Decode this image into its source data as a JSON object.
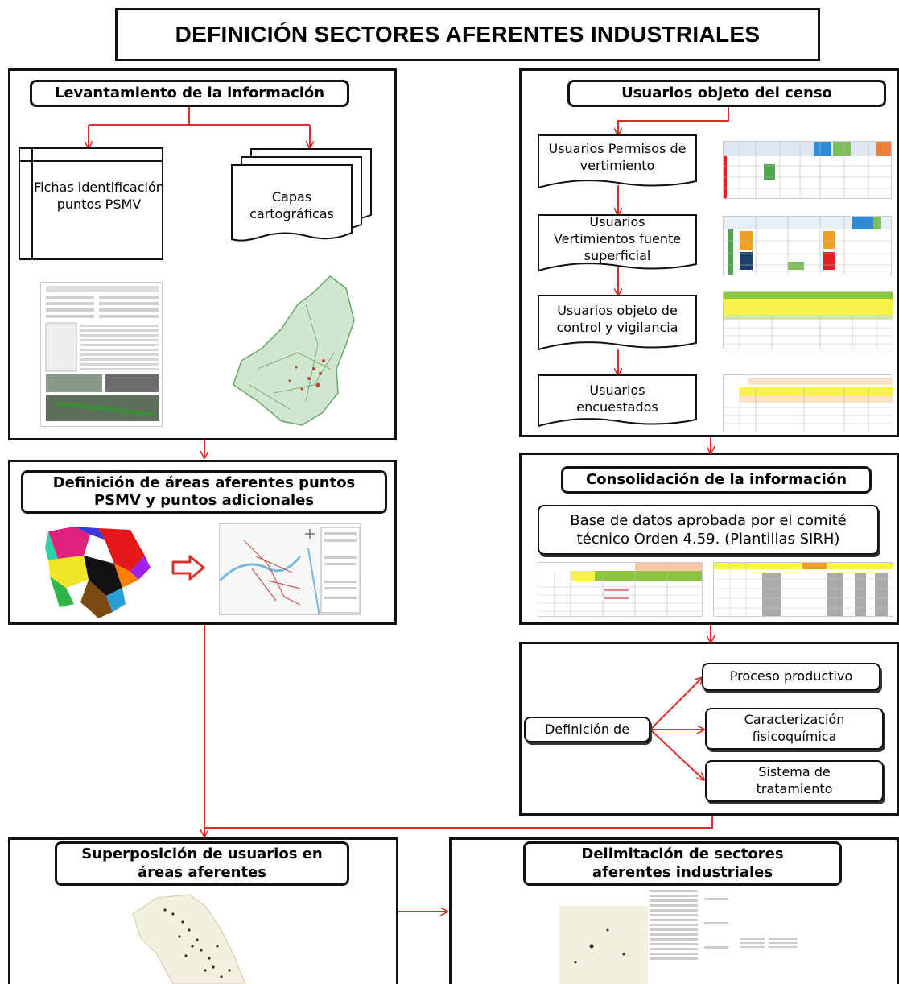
{
  "title": "DEFINICIÓN SECTORES AFERENTES INDUSTRIALES",
  "left_top": {
    "header": "Levantamiento de la información",
    "fichas": "Fichas identificación puntos PSMV",
    "capas": "Capas cartográficas"
  },
  "right_top": {
    "header": "Usuarios objeto del censo",
    "steps": [
      "Usuarios Permisos de vertimiento",
      "Usuarios Vertimientos fuente superficial",
      "Usuarios objeto de control y vigilancia",
      "Usuarios encuestados"
    ]
  },
  "left_mid": {
    "header": "Definición de áreas aferentes puntos PSMV y puntos adicionales"
  },
  "right_mid": {
    "header": "Consolidación de la información",
    "db_label": "Base de datos aprobada por el comité técnico Orden 4.59. (Plantillas SIRH)"
  },
  "definicion": {
    "label": "Definición de",
    "items": [
      "Proceso productivo",
      "Caracterización fisicoquímica",
      "Sistema de tratamiento"
    ]
  },
  "bottom_left": {
    "header": "Superposición de usuarios en áreas aferentes"
  },
  "bottom_right": {
    "header": "Delimitación de sectores aferentes industriales"
  },
  "colors": {
    "arrow": "#d9302b",
    "border": "#111111"
  }
}
